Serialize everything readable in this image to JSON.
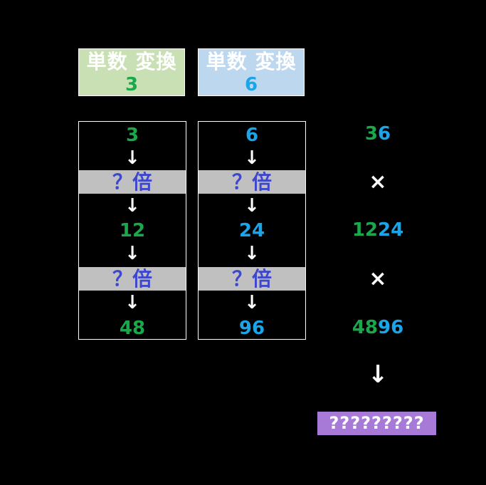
{
  "headers": [
    {
      "title": "単数 変換",
      "value": "3",
      "bg": "#c8e0b4",
      "value_color": "#1aa84b"
    },
    {
      "title": "単数 変換",
      "value": "6",
      "bg": "#bdd7ee",
      "value_color": "#1ca4e8"
    }
  ],
  "columns": [
    {
      "n1": "3",
      "op1": "？倍",
      "n2": "12",
      "op2": "？倍",
      "n3": "48",
      "color": "#1aa84b"
    },
    {
      "n1": "6",
      "op1": "？倍",
      "n2": "24",
      "op2": "？倍",
      "n3": "96",
      "color": "#1ca4e8"
    }
  ],
  "arrow": "↓",
  "right": {
    "r1": [
      {
        "t": "3",
        "c": "green"
      },
      {
        "t": "6",
        "c": "blue"
      }
    ],
    "times1": "×",
    "r2": [
      {
        "t": "12",
        "c": "green"
      },
      {
        "t": "24",
        "c": "blue"
      }
    ],
    "times2": "×",
    "r3": [
      {
        "t": "48",
        "c": "green"
      },
      {
        "t": "96",
        "c": "blue"
      }
    ],
    "arrow": "↓",
    "result": "?????????"
  }
}
